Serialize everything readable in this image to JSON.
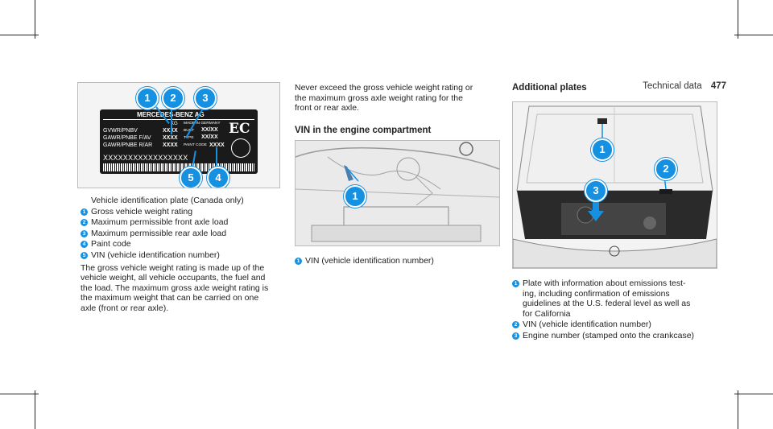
{
  "header": {
    "section": "Technical data",
    "page_number": "477"
  },
  "plate_figure": {
    "callouts": [
      "1",
      "2",
      "3",
      "4",
      "5"
    ],
    "label": {
      "brand": "MERCEDES-BENZ AG",
      "made_in": "MADE IN GERMANY",
      "kg": "KG",
      "built": "BUILT",
      "type": "TYPE",
      "paint_code": "PAINT CODE",
      "row1_label": "GVWR/PNBV",
      "row2_label": "GAWR/PNBE F/AV",
      "row3_label": "GAWR/PNBE R/AR",
      "xxxx": "XXXX",
      "xxxx_small": "XXXX",
      "date_value": "XX/XX",
      "vin_placeholder": "XXXXXXXXXXXXXXXXX",
      "ec_mark": "EC"
    }
  },
  "plate_legend": {
    "title": "Vehicle identification plate (Canada only)",
    "items": [
      {
        "n": "1",
        "text": "Gross vehicle weight rating"
      },
      {
        "n": "2",
        "text": "Maximum permissible front axle load"
      },
      {
        "n": "3",
        "text": "Maximum permissible rear axle load"
      },
      {
        "n": "4",
        "text": "Paint code"
      },
      {
        "n": "5",
        "text": "VIN (vehicle identification number)"
      }
    ],
    "para_lines": [
      "The gross vehicle weight rating is made up of the",
      "vehicle weight, all vehicle occupants, the fuel and",
      "the load. The maximum gross axle weight rating is",
      "the maximum weight that can be carried on one",
      "axle (front or rear axle)."
    ]
  },
  "middle": {
    "para_lines": [
      "Never exceed the gross vehicle weight rating or",
      "the maximum gross axle weight rating for the",
      "front or rear axle."
    ],
    "heading": "VIN in the engine compartment",
    "figure_callout": "1",
    "legend": [
      {
        "n": "1",
        "text": "VIN (vehicle identification number)"
      }
    ]
  },
  "right": {
    "heading": "Additional plates",
    "figure_callouts": [
      "1",
      "2",
      "3"
    ],
    "legend": [
      {
        "n": "1",
        "lines": [
          "Plate with information about emissions test-",
          "ing, including confirmation of emissions",
          "guidelines at the U.S. federal level as well as",
          "for California"
        ]
      },
      {
        "n": "2",
        "lines": [
          "VIN (vehicle identification number)"
        ]
      },
      {
        "n": "3",
        "lines": [
          "Engine number (stamped onto the crankcase)"
        ]
      }
    ]
  },
  "colors": {
    "accent": "#1690e0",
    "plate": "#1a1a1a"
  }
}
